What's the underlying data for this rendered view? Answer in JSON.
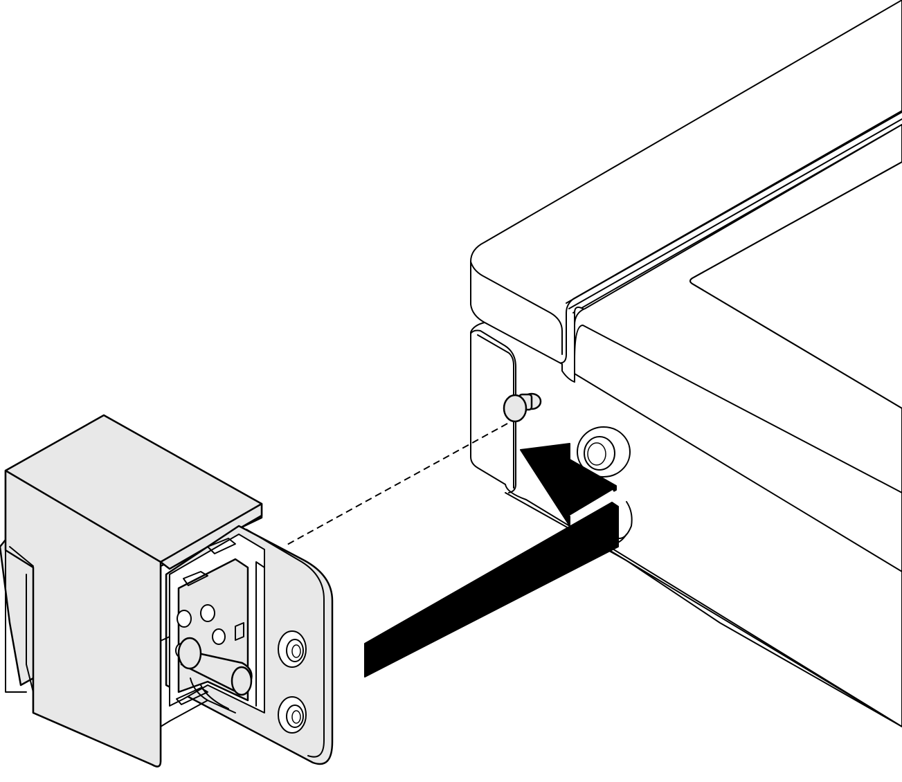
{
  "diagram": {
    "kind": "installation-illustration",
    "step": "install-rack-latch-onto-chassis-front",
    "parts": [
      "server-chassis",
      "rack-latch",
      "guide-pin",
      "screw-hole",
      "direction-arrow",
      "alignment-guide-line"
    ],
    "colors": {
      "line": "#000000",
      "background": "#ffffff",
      "part_fill": "#e8e8e8",
      "arrow_fill": "#000000"
    },
    "arrow_direction": "toward-chassis"
  }
}
